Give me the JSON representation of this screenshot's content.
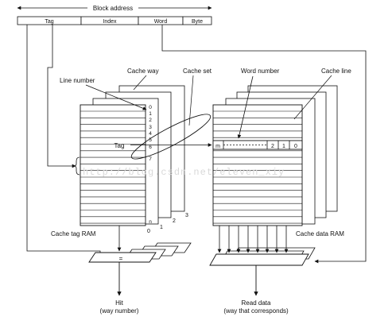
{
  "title": "Block address",
  "address_fields": {
    "tag": "Tag",
    "index": "Index",
    "word": "Word",
    "byte": "Byte"
  },
  "labels": {
    "cache_way": "Cache way",
    "cache_set": "Cache set",
    "word_number": "Word number",
    "cache_line": "Cache line",
    "line_number": "Line number",
    "tag_in_ram": "Tag",
    "cache_tag_ram": "Cache tag RAM",
    "cache_data_ram": "Cache data RAM",
    "hit": "Hit",
    "hit_sub": "(way number)",
    "read_data": "Read data",
    "read_data_sub": "(way that corresponds)",
    "compare_symbol": "=",
    "line_m": "m"
  },
  "line_numbers": [
    "0",
    "1",
    "2",
    "3",
    "4",
    "5",
    "6",
    "7",
    "n"
  ],
  "way_numbers": [
    "0",
    "1",
    "2",
    "3"
  ],
  "word_cells": [
    "2",
    "1",
    "0"
  ],
  "watermark": "http://blog.csdn.net/eleven_xiy"
}
